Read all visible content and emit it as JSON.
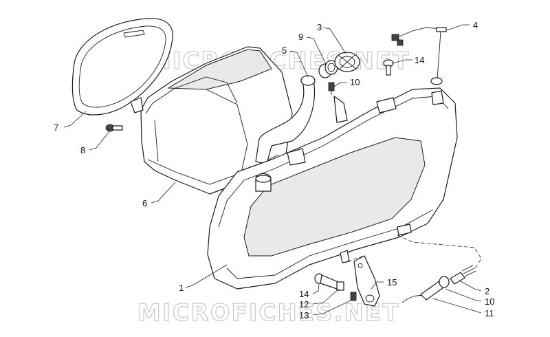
{
  "watermark": "MICROFICHES.NET",
  "callouts": {
    "c1": "1",
    "c2": "2",
    "c3": "3",
    "c4": "4",
    "c5": "5",
    "c6": "6",
    "c7": "7",
    "c8": "8",
    "c9": "9",
    "c10a": "10",
    "c10b": "10",
    "c11": "11",
    "c12": "12",
    "c13": "13",
    "c14a": "14",
    "c14b": "14",
    "c15": "15"
  }
}
